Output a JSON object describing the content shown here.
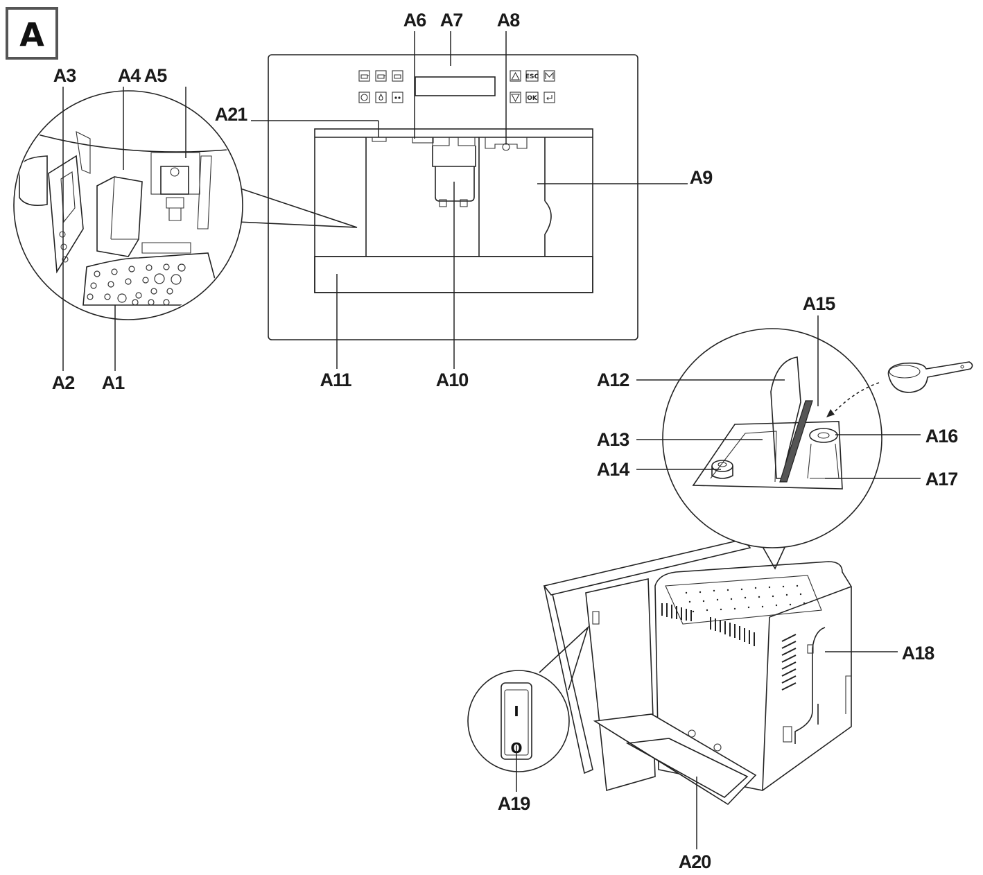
{
  "figure_letter": "A",
  "labels": {
    "A1": "A1",
    "A2": "A2",
    "A3": "A3",
    "A4": "A4",
    "A5": "A5",
    "A6": "A6",
    "A7": "A7",
    "A8": "A8",
    "A9": "A9",
    "A10": "A10",
    "A11": "A11",
    "A12": "A12",
    "A13": "A13",
    "A14": "A14",
    "A15": "A15",
    "A16": "A16",
    "A17": "A17",
    "A18": "A18",
    "A19": "A19",
    "A20": "A20",
    "A21": "A21"
  },
  "control_panel": {
    "esc_button": "ESC",
    "ok_button": "OK"
  },
  "power_switch": {
    "on_symbol": "I",
    "off_symbol": "O"
  }
}
